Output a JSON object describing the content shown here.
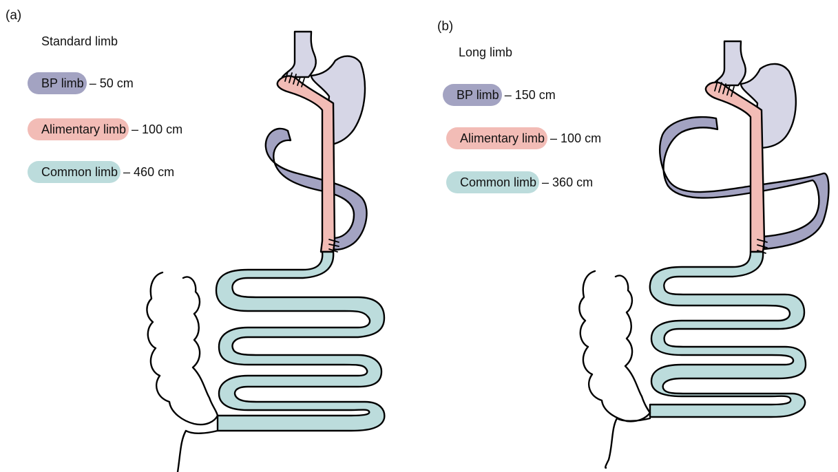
{
  "panels": [
    {
      "label": "(a)",
      "title": "Standard limb",
      "legend": [
        {
          "name": "BP limb",
          "value": "– 50 cm",
          "color": "#a3a3c2"
        },
        {
          "name": "Alimentary limb",
          "value": "– 100 cm",
          "color": "#f2bcb6"
        },
        {
          "name": "Common limb",
          "value": "– 460 cm",
          "color": "#bcdcdc"
        }
      ]
    },
    {
      "label": "(b)",
      "title": "Long limb",
      "legend": [
        {
          "name": "BP limb",
          "value": "– 150 cm",
          "color": "#a3a3c2"
        },
        {
          "name": "Alimentary limb",
          "value": "– 100 cm",
          "color": "#f2bcb6"
        },
        {
          "name": "Common limb",
          "value": "– 360 cm",
          "color": "#bcdcdc"
        }
      ]
    }
  ],
  "colors": {
    "stomach": "#d6d6e6",
    "bp_limb": "#a3a3c2",
    "alimentary_limb": "#f2bcb6",
    "common_limb": "#bcdcdc",
    "outline": "#000000"
  }
}
